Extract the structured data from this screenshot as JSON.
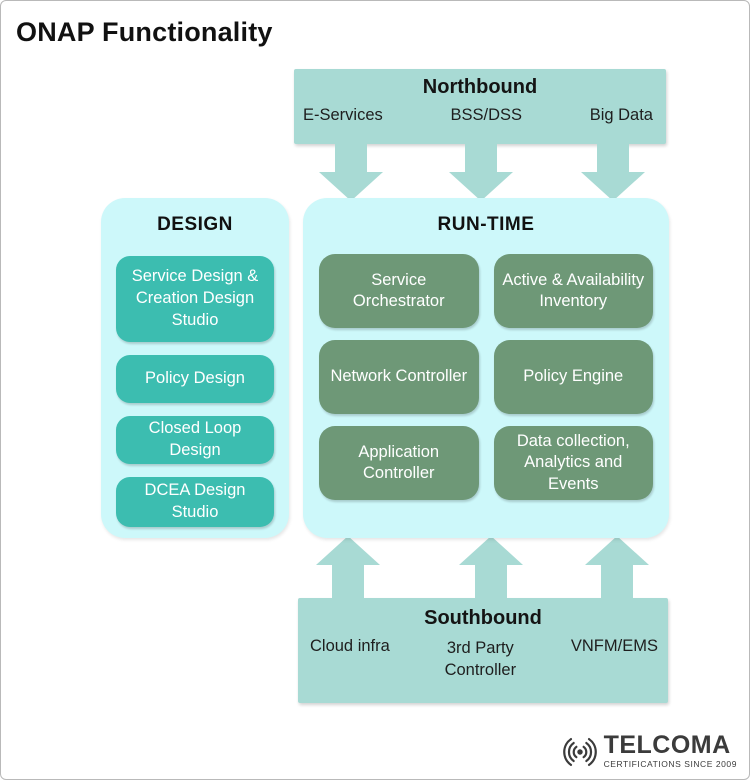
{
  "header": {
    "title": "ONAP Functionality"
  },
  "colors": {
    "band_teal": "#a8dad4",
    "panel_cyan": "#cdf8fa",
    "design_box_teal": "#3cbdb0",
    "runtime_box_green": "#6e9877",
    "text_dark": "#1c1c1c",
    "box_text": "#ffffff",
    "border_gray": "#b9b9b9"
  },
  "icons": {
    "down_arrow": "thick-down-arrow",
    "up_arrow": "thick-up-arrow",
    "logo_signal": "radio-waves"
  },
  "northbound": {
    "title": "Northbound",
    "labels": [
      "E-Services",
      "BSS/DSS",
      "Big Data"
    ]
  },
  "design": {
    "title": "DESIGN",
    "boxes": [
      "Service Design & Creation Design Studio",
      "Policy Design",
      "Closed Loop Design",
      "DCEA Design Studio"
    ]
  },
  "runtime": {
    "title": "RUN-TIME",
    "boxes": [
      "Service Orchestrator",
      "Active & Availability Inventory",
      "Network Controller",
      "Policy Engine",
      "Application Controller",
      "Data collection, Analytics and Events"
    ]
  },
  "southbound": {
    "title": "Southbound",
    "labels": [
      "Cloud infra",
      "3rd Party Controller",
      "VNFM/EMS"
    ]
  },
  "footer": {
    "brand": "TELCOMA",
    "tagline": "CERTIFICATIONS SINCE 2009"
  }
}
